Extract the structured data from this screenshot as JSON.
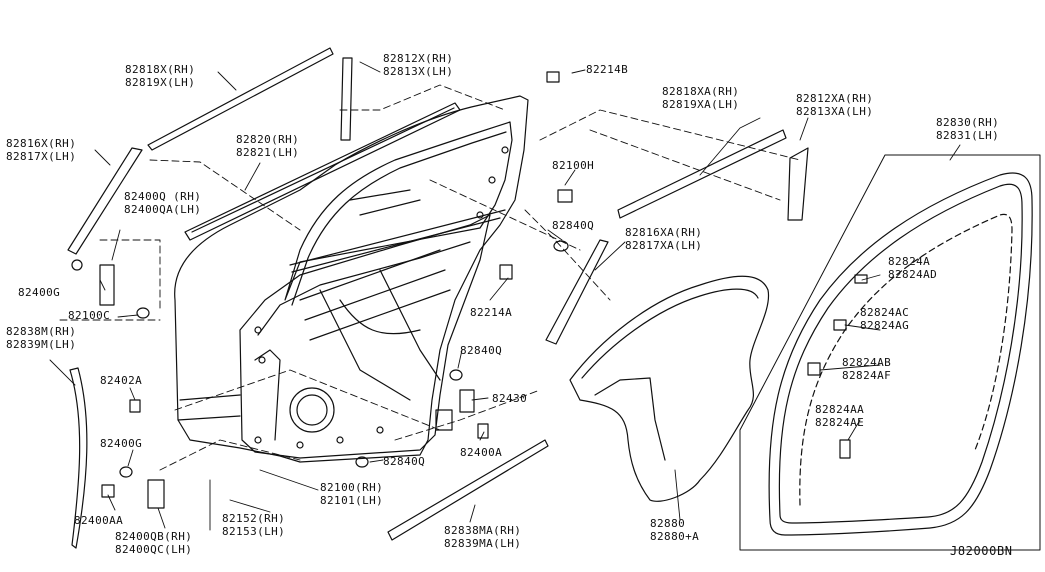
{
  "diagram_ref": "J82000BN",
  "labels": [
    {
      "id": "82818x",
      "lines": [
        "82818X(RH)",
        "82819X(LH)"
      ]
    },
    {
      "id": "82812x",
      "lines": [
        "82812X(RH)",
        "82813X(LH)"
      ]
    },
    {
      "id": "82214b",
      "lines": [
        "82214B"
      ]
    },
    {
      "id": "82818xa",
      "lines": [
        "82818XA(RH)",
        "82819XA(LH)"
      ]
    },
    {
      "id": "82812xa",
      "lines": [
        "82812XA(RH)",
        "82813XA(LH)"
      ]
    },
    {
      "id": "82830",
      "lines": [
        "82830(RH)",
        "82831(LH)"
      ]
    },
    {
      "id": "82816x",
      "lines": [
        "82816X(RH)",
        "82817X(LH)"
      ]
    },
    {
      "id": "82820",
      "lines": [
        "82820(RH)",
        "82821(LH)"
      ]
    },
    {
      "id": "82100h",
      "lines": [
        "82100H"
      ]
    },
    {
      "id": "82400q",
      "lines": [
        "82400Q (RH)",
        "82400QA(LH)"
      ]
    },
    {
      "id": "82840q_top",
      "lines": [
        "82840Q"
      ]
    },
    {
      "id": "82816xa",
      "lines": [
        "82816XA(RH)",
        "82817XA(LH)"
      ]
    },
    {
      "id": "82824a",
      "lines": [
        "82824A",
        "82824AD"
      ]
    },
    {
      "id": "82400g_top",
      "lines": [
        "82400G"
      ]
    },
    {
      "id": "82214a",
      "lines": [
        "82214A"
      ]
    },
    {
      "id": "82100c",
      "lines": [
        "82100C"
      ]
    },
    {
      "id": "82824ac",
      "lines": [
        "82824AC",
        "82824AG"
      ]
    },
    {
      "id": "82838m",
      "lines": [
        "82838M(RH)",
        "82839M(LH)"
      ]
    },
    {
      "id": "82840q_mid",
      "lines": [
        "82840Q"
      ]
    },
    {
      "id": "82824ab",
      "lines": [
        "82824AB",
        "82824AF"
      ]
    },
    {
      "id": "82402a",
      "lines": [
        "82402A"
      ]
    },
    {
      "id": "82430",
      "lines": [
        "82430"
      ]
    },
    {
      "id": "82824aa",
      "lines": [
        "82824AA",
        "82824AE"
      ]
    },
    {
      "id": "82400g_bot",
      "lines": [
        "82400G"
      ]
    },
    {
      "id": "82400a",
      "lines": [
        "82400A"
      ]
    },
    {
      "id": "82840q_bot",
      "lines": [
        "82840Q"
      ]
    },
    {
      "id": "82880",
      "lines": [
        "82880",
        "82880+A"
      ]
    },
    {
      "id": "82100",
      "lines": [
        "82100(RH)",
        "82101(LH)"
      ]
    },
    {
      "id": "82400aa",
      "lines": [
        "82400AA"
      ]
    },
    {
      "id": "82152",
      "lines": [
        "82152(RH)",
        "82153(LH)"
      ]
    },
    {
      "id": "82838ma",
      "lines": [
        "82838MA(RH)",
        "82839MA(LH)"
      ]
    },
    {
      "id": "82400qb",
      "lines": [
        "82400QB(RH)",
        "82400QC(LH)"
      ]
    }
  ]
}
